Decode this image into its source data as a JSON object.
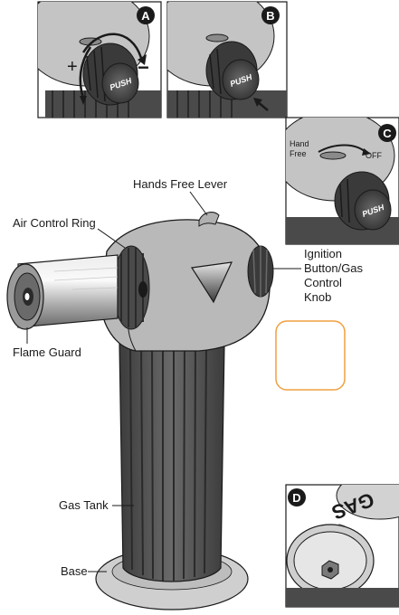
{
  "panels": {
    "a": {
      "badge": "A",
      "plus": "+",
      "minus": "−",
      "button": "PUSH"
    },
    "b": {
      "badge": "B",
      "button": "PUSH"
    },
    "c": {
      "badge": "C",
      "hand_free": "Hand\nFree",
      "off": "OFF",
      "button": "PUSH"
    },
    "d": {
      "badge": "D",
      "can_text": "GAS"
    }
  },
  "labels": {
    "hands_free_lever": "Hands Free Lever",
    "air_control_ring": "Air Control Ring",
    "ignition": [
      "Ignition",
      "Button/Gas",
      "Control",
      "Knob"
    ],
    "flame_guard": "Flame Guard",
    "gas_tank": "Gas Tank",
    "base": "Base"
  },
  "colors": {
    "body_grey": "#b9b9b9",
    "dark_grey": "#4a4a4a",
    "tank_dark": "#5a5a5a",
    "outline": "#1a1a1a",
    "highlight_box": "#f0a040"
  }
}
